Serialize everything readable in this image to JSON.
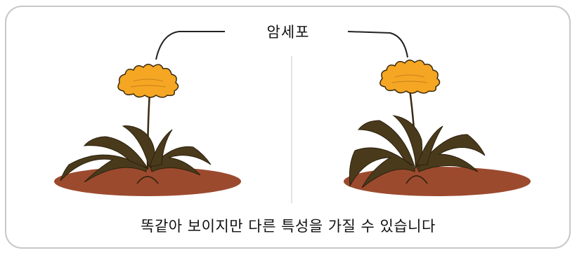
{
  "label": "암세포",
  "caption": "똑같아 보이지만 다른 특성을 가질 수 있습니다",
  "colors": {
    "flower": "#f5a623",
    "flower_outline": "#3a2a10",
    "leaf": "#4a3a1c",
    "soil": "#9c4a2e",
    "frame": "#c8c8c8",
    "divider": "#e0e0e0"
  },
  "icons": [
    "dandelion-plant-left",
    "dandelion-plant-right"
  ]
}
